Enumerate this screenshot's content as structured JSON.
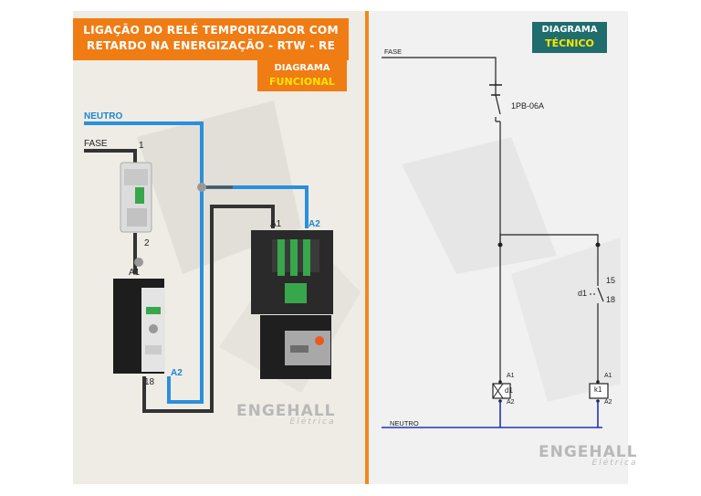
{
  "title": {
    "line1": "LIGAÇÃO DO RELÉ TEMPORIZADOR COM",
    "line2": "RETARDO NA ENERGIZAÇÃO - RTW - RE"
  },
  "tags": {
    "funcional": {
      "line1": "DIAGRAMA",
      "line2": "FUNCIONAL"
    },
    "tecnico": {
      "line1": "DIAGRAMA",
      "line2": "TÉCNICO"
    }
  },
  "watermark": {
    "brand": "ENGEHALL",
    "sub": "Elétrica"
  },
  "functional": {
    "neutro": "NEUTRO",
    "fase": "FASE",
    "breaker_top": "1",
    "breaker_bottom": "2",
    "timer_a1": "A1",
    "timer_18": "18",
    "timer_a2": "A2",
    "contactor_a1": "A1",
    "contactor_a2": "A2"
  },
  "technical": {
    "fase": "FASE",
    "pushbutton": "1PB-06A",
    "contact_name": "d1",
    "contact_15": "15",
    "contact_18": "18",
    "coil_d1": "d1",
    "coil_k1": "k1",
    "a1": "A1",
    "a2": "A2",
    "neutro": "NEUTRO"
  },
  "colors": {
    "orange": "#f07c14",
    "teal": "#1f6d6c",
    "yellow": "#ffe600",
    "neutral_wire": "#2b8fdc",
    "phase_wire": "#333333"
  }
}
